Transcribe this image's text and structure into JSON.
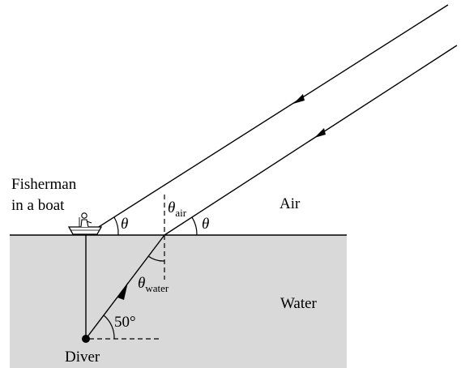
{
  "labels": {
    "fisherman_line1": "Fisherman",
    "fisherman_line2": "in a boat",
    "air": "Air",
    "water": "Water",
    "diver": "Diver",
    "angle_50": "50°"
  },
  "angles": {
    "theta": "θ",
    "theta_air_symbol": "θ",
    "theta_air_sub": "air",
    "theta_water_symbol": "θ",
    "theta_water_sub": "water"
  },
  "colors": {
    "water_fill": "#d9d9d9",
    "line": "#000000"
  }
}
